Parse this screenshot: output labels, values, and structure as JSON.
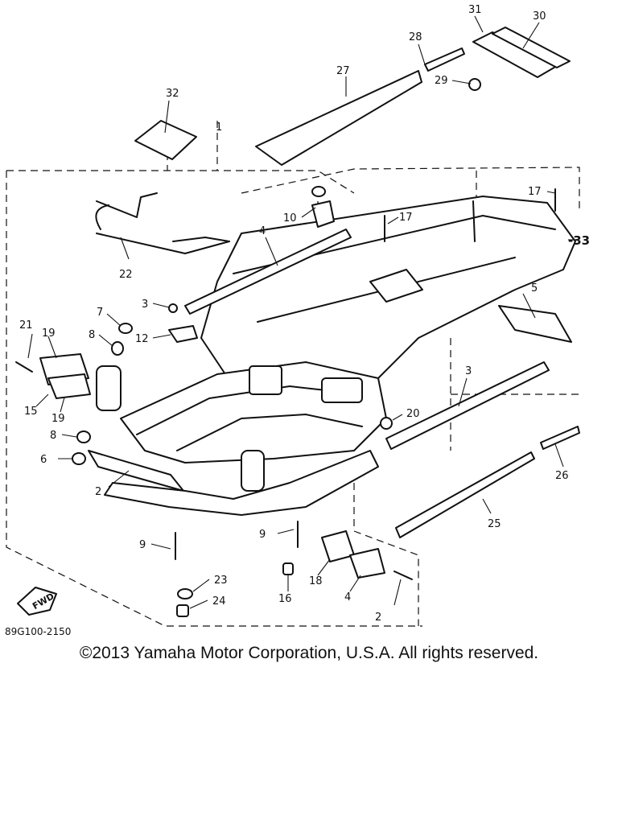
{
  "diagram": {
    "callouts": [
      {
        "id": "c1",
        "text": "1"
      },
      {
        "id": "c2a",
        "text": "2"
      },
      {
        "id": "c2b",
        "text": "2"
      },
      {
        "id": "c3a",
        "text": "3"
      },
      {
        "id": "c3b",
        "text": "3"
      },
      {
        "id": "c4a",
        "text": "4"
      },
      {
        "id": "c4b",
        "text": "4"
      },
      {
        "id": "c5",
        "text": "5"
      },
      {
        "id": "c6",
        "text": "6"
      },
      {
        "id": "c7",
        "text": "7"
      },
      {
        "id": "c8a",
        "text": "8"
      },
      {
        "id": "c8b",
        "text": "8"
      },
      {
        "id": "c9a",
        "text": "9"
      },
      {
        "id": "c9b",
        "text": "9"
      },
      {
        "id": "c10",
        "text": "10"
      },
      {
        "id": "c12",
        "text": "12"
      },
      {
        "id": "c15",
        "text": "15"
      },
      {
        "id": "c16",
        "text": "16"
      },
      {
        "id": "c17a",
        "text": "17"
      },
      {
        "id": "c17b",
        "text": "17"
      },
      {
        "id": "c18",
        "text": "18"
      },
      {
        "id": "c19a",
        "text": "19"
      },
      {
        "id": "c19b",
        "text": "19"
      },
      {
        "id": "c20",
        "text": "20"
      },
      {
        "id": "c21",
        "text": "21"
      },
      {
        "id": "c22",
        "text": "22"
      },
      {
        "id": "c23",
        "text": "23"
      },
      {
        "id": "c24",
        "text": "24"
      },
      {
        "id": "c25",
        "text": "25"
      },
      {
        "id": "c26",
        "text": "26"
      },
      {
        "id": "c27",
        "text": "27"
      },
      {
        "id": "c28",
        "text": "28"
      },
      {
        "id": "c29",
        "text": "29"
      },
      {
        "id": "c30",
        "text": "30"
      },
      {
        "id": "c31",
        "text": "31"
      },
      {
        "id": "c32",
        "text": "32"
      },
      {
        "id": "c33",
        "text": "-33"
      }
    ],
    "fwd_label": "FWD",
    "drawing_code": "89G100-2150"
  },
  "footer": {
    "copyright": "©2013 Yamaha Motor Corporation, U.S.A. All rights reserved."
  }
}
